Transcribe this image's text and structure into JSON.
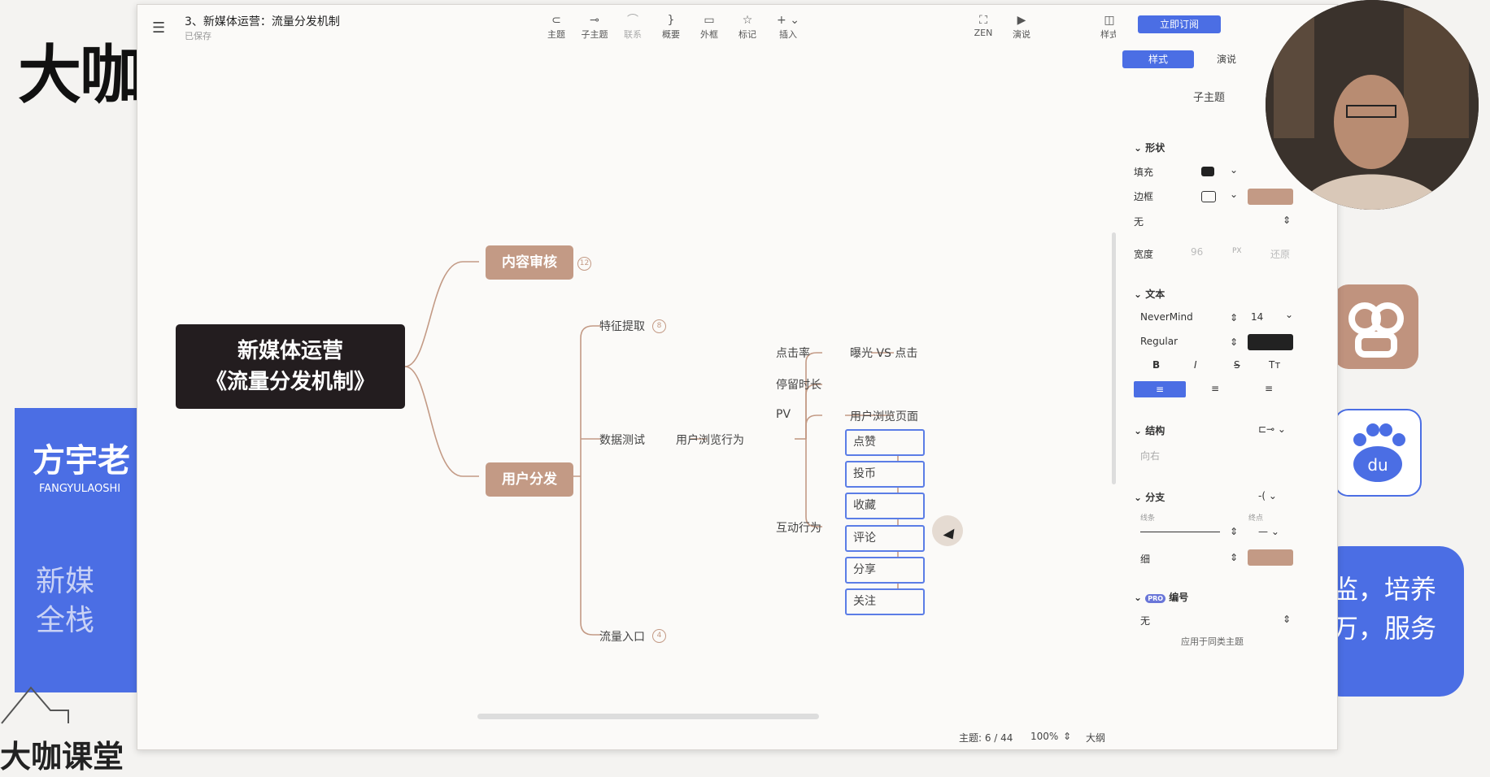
{
  "background": {
    "brand_big": "大咖",
    "brand_bottom": "大咖课堂",
    "teacher_name": "方宇老",
    "teacher_pinyin": "FANGYULAOSHI",
    "ghost_text": "新媒全栈",
    "right_card_line1": "监，培养",
    "right_card_line2": "万，服务"
  },
  "window": {
    "title": "3、新媒体运营：流量分发机制",
    "status": "已保存",
    "toolbar": {
      "topic": "主题",
      "subtopic": "子主题",
      "relation": "联系",
      "summary": "概要",
      "boundary": "外框",
      "marker": "标记",
      "insert": "插入",
      "zen": "ZEN",
      "pitch": "演说",
      "style": "样式"
    },
    "subscribe_button": "立即订阅"
  },
  "mindmap": {
    "root_line1": "新媒体运营",
    "root_line2": "《流量分发机制》",
    "main_content_review": "内容审核",
    "main_user_distribution": "用户分发",
    "badge_content_review": "12",
    "feature_extraction": "特征提取",
    "badge_feature": "8",
    "data_test": "数据测试",
    "traffic_entry": "流量入口",
    "badge_traffic": "4",
    "user_browse_behavior": "用户浏览行为",
    "ctr": "点击率",
    "exposure_vs_click": "曝光 VS 点击",
    "dwell_time": "停留时长",
    "pv": "PV",
    "user_browse_page": "用户浏览页面",
    "interaction": "互动行为",
    "interactions": [
      "点赞",
      "投币",
      "收藏",
      "评论",
      "分享",
      "关注"
    ]
  },
  "statusbar": {
    "topics": "主题: 6 / 44",
    "zoom": "100%",
    "outline": "大纲"
  },
  "panel": {
    "tab_style": "样式",
    "tab_pitch": "演说",
    "preview_label": "子主题",
    "shape_section": "形状",
    "fill_label": "填充",
    "border_label": "边框",
    "border_value": "无",
    "width_label": "宽度",
    "width_value": "96",
    "width_unit": "PX",
    "width_reset": "还原",
    "text_section": "文本",
    "font_family": "NeverMind",
    "font_size": "14",
    "font_weight": "Regular",
    "bold": "B",
    "italic": "I",
    "strike": "S",
    "tt": "Tт",
    "structure_section": "结构",
    "structure_value": "向右",
    "branch_section": "分支",
    "line_label": "线条",
    "end_label": "终点",
    "thickness": "细",
    "numbering_section": "编号",
    "pro_badge": "PRO",
    "numbering_value": "无",
    "apply_hint": "应用于同类主题",
    "accent_color": "#c39a85",
    "selection_color": "#4b6ee4"
  }
}
